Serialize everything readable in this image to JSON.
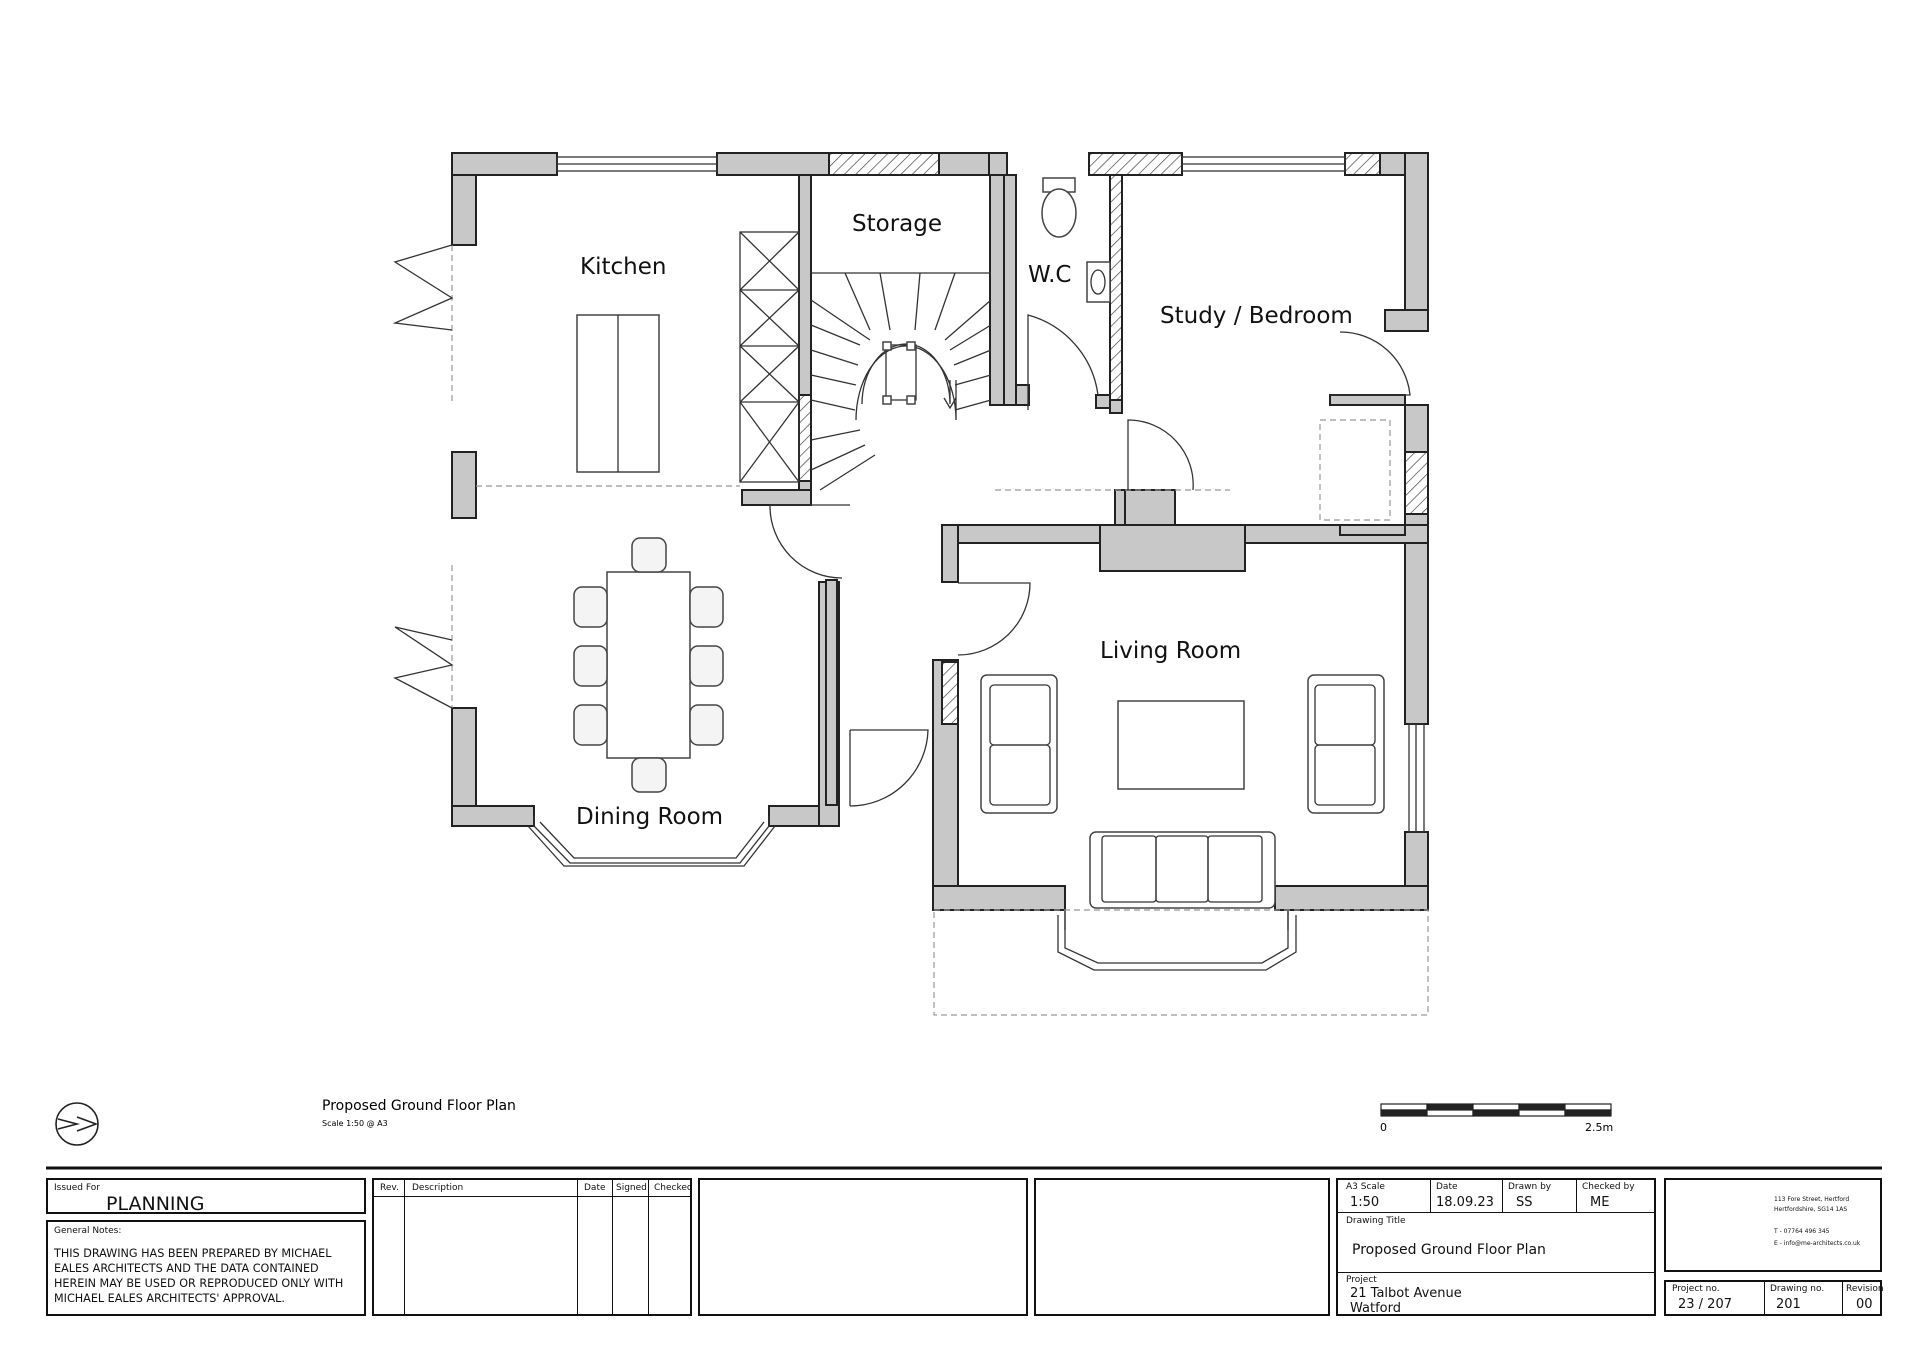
{
  "rooms": {
    "kitchen": "Kitchen",
    "storage": "Storage",
    "wc": "W.C",
    "study": "Study / Bedroom",
    "dining": "Dining Room",
    "living": "Living Room"
  },
  "plan_caption": {
    "title": "Proposed Ground Floor Plan",
    "scale": "Scale 1:50 @ A3"
  },
  "scale_bar": {
    "start": "0",
    "end": "2.5m"
  },
  "title_block": {
    "issued_for_label": "Issued For",
    "issued_for": "PLANNING",
    "notes_label": "General Notes:",
    "notes": "THIS DRAWING HAS BEEN PREPARED BY MICHAEL EALES ARCHITECTS AND THE DATA CONTAINED HEREIN MAY BE USED OR REPRODUCED ONLY WITH MICHAEL EALES ARCHITECTS' APPROVAL.",
    "rev_headers": [
      "Rev.",
      "Description",
      "Date",
      "Signed",
      "Checked"
    ],
    "a3_scale_label": "A3 Scale",
    "a3_scale": "1:50",
    "date_label": "Date",
    "date": "18.09.23",
    "drawn_by_label": "Drawn by",
    "drawn_by": "SS",
    "checked_by_label": "Checked by",
    "checked_by": "ME",
    "drawing_title_label": "Drawing Title",
    "drawing_title": "Proposed Ground Floor Plan",
    "project_label": "Project",
    "project_line1": "21 Talbot Avenue",
    "project_line2": "Watford",
    "address_line1": "113 Fore Street, Hertford",
    "address_line2": "Hertfordshire, SG14 1AS",
    "phone": "T - 07764 496 345",
    "email": "E - info@me-architects.co.uk",
    "project_no_label": "Project no.",
    "project_no": "23 / 207",
    "drawing_no_label": "Drawing no.",
    "drawing_no": "201",
    "revision_label": "Revision",
    "revision": "00"
  }
}
